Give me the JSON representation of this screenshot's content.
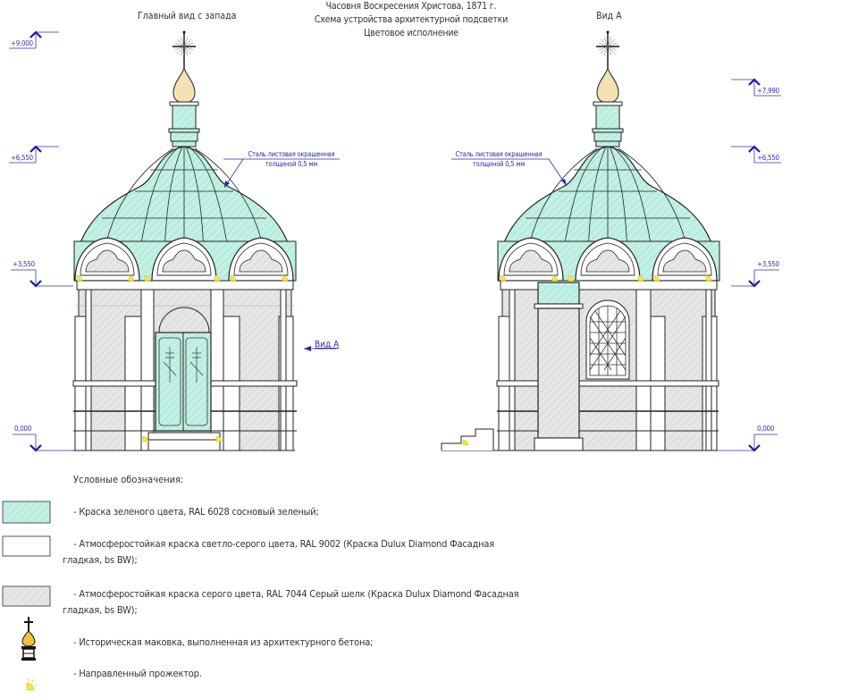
{
  "header": {
    "title_line1": "Часовня Воскресения Христова, 1871 г.",
    "title_line2": "Схема устройства архитектурной подсветки",
    "title_line3": "Цветовое исполнение"
  },
  "views": {
    "left": {
      "title": "Главный вид с запада",
      "levels": [
        "+9,000",
        "+6,550",
        "+3,550",
        "0,000"
      ],
      "note_line1": "Сталь листовая окрашенная",
      "note_line2": "толщиной 0,5 мм",
      "view_marker": "Вид А"
    },
    "right": {
      "title": "Вид А",
      "levels": [
        "+7,990",
        "+6,550",
        "+3,550",
        "0,000"
      ],
      "note_line1": "Сталь листовая окрашенная",
      "note_line2": "толщиной 0,5 мм"
    }
  },
  "legend": {
    "heading": "Условные обозначения:",
    "items": [
      {
        "icon": "green-hatch-swatch",
        "text": "- Краска зеленого цвета, RAL 6028 сосновый зеленый;"
      },
      {
        "icon": "white-swatch",
        "text": "- Атмосферостойкая краска светло-серого цвета, RAL 9002 (Краска Dulux Diamond Фасадная гладкая, bs BW);"
      },
      {
        "icon": "grey-hatch-swatch",
        "text": "- Атмосферостойкая краска серого цвета, RAL 7044 Серый шелк (Краска Dulux Diamond Фасадная гладкая, bs BW);"
      },
      {
        "icon": "dome-cupola-icon",
        "text": "- Историческая маковка, выполненная из архитектурного бетона;"
      },
      {
        "icon": "spotlight-icon",
        "text": "- Направленный прожектор."
      }
    ]
  },
  "colors": {
    "green": "#bfeee2",
    "grey": "#e4e4e4",
    "gold": "#f3e2b4",
    "annotation": "#2a2aa8",
    "spotlight": "#f2e84a",
    "line": "#222222"
  }
}
